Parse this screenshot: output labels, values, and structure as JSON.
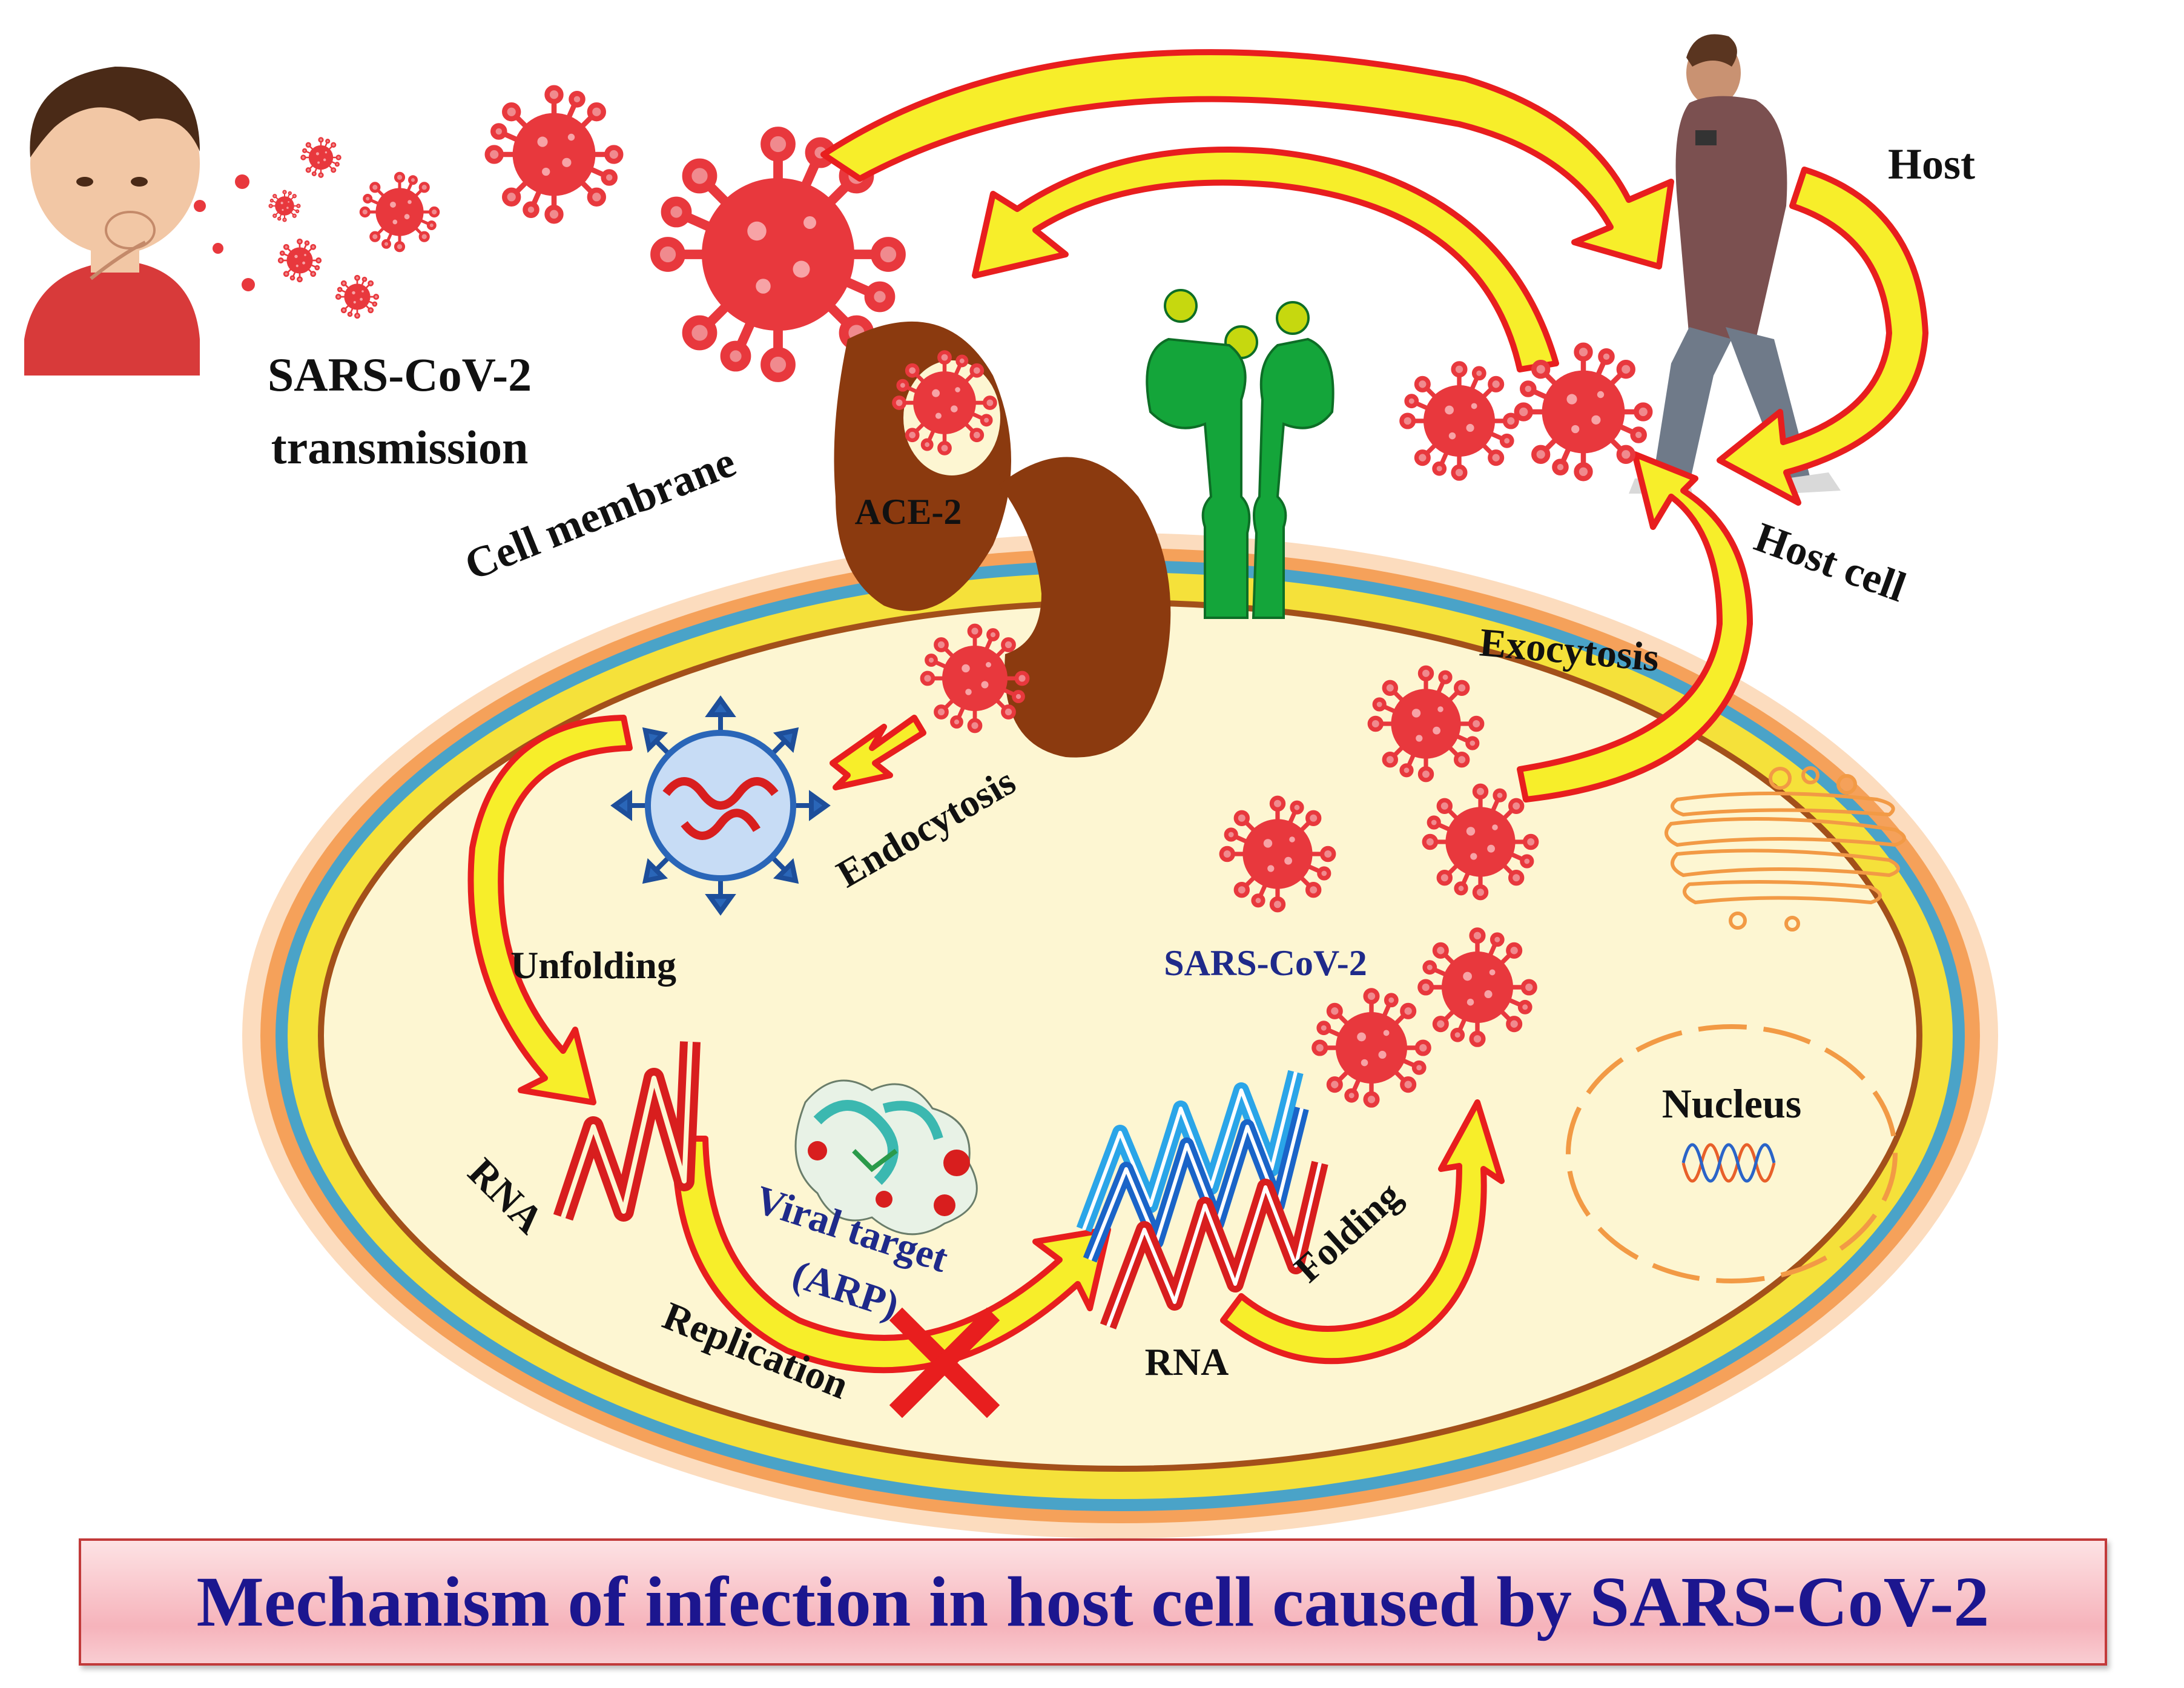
{
  "labels": {
    "transmission_line1": "SARS-CoV-2",
    "transmission_line2": "transmission",
    "host": "Host",
    "host_cell": "Host cell",
    "cell_membrane": "Cell membrane",
    "ace2": "ACE-2",
    "exocytosis": "Exocytosis",
    "endocytosis": "Endocytosis",
    "unfolding": "Unfolding",
    "sars_inner": "SARS-CoV-2",
    "nucleus": "Nucleus",
    "rna_left": "RNA",
    "rna_right": "RNA",
    "viral_target_line1": "Viral target",
    "viral_target_line2": "(ARP)",
    "replication": "Replication",
    "folding": "Folding"
  },
  "caption": "Mechanism of infection in host cell caused by SARS-CoV-2",
  "colors": {
    "virus": "#e8383d",
    "spike": "#f08a8e",
    "ace2": "#8b3a0f",
    "receptor_green": "#14a53a",
    "cell_fill": "#fdf6d2",
    "membrane_yellow": "#f5e13a",
    "membrane_blue": "#4aa3c8",
    "membrane_orange": "#f5a15a",
    "arrow_yellow": "#f7ee2a",
    "arrow_red": "#e81e1e",
    "caption_text": "#1c168f"
  }
}
